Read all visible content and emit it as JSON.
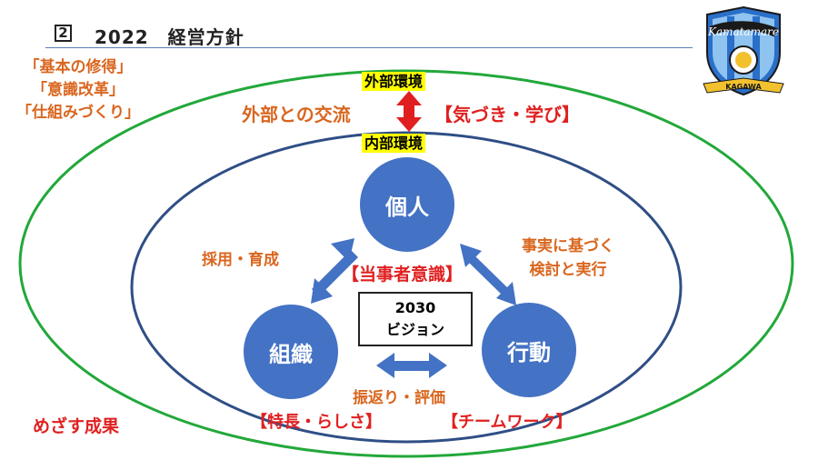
{
  "header": {
    "number": "2",
    "title": "2022　経営方針"
  },
  "pillars": [
    "「基本の修得」",
    "「意識改革」",
    "「仕組みづくり」"
  ],
  "outer": {
    "environment_label": "外部環境",
    "exchange_label": "外部との交流",
    "awareness_label": "【気づき・学び】",
    "outcome_label": "めざす成果"
  },
  "inner": {
    "environment_label": "内部環境",
    "ownership_label": "【当事者意識】",
    "vision_line1": "2030",
    "vision_line2": "ビジョン"
  },
  "nodes": {
    "individual": "個人",
    "organization": "組織",
    "action": "行動"
  },
  "links": {
    "hiring": "採用・育成",
    "facts_line1": "事実に基づく",
    "facts_line2": "検討と実行",
    "review": "振返り・評価"
  },
  "outcomes": {
    "character": "【特長・らしさ】",
    "teamwork": "【チームワーク】"
  },
  "logo": {
    "brand_text": "Kamatamare",
    "region_text": "KAGAWA"
  },
  "colors": {
    "circle_fill": "#4472c4",
    "outer_ellipse": "#22a83a",
    "inner_ellipse": "#2f4e86",
    "orange_text": "#d9661f",
    "red_text": "#e02020",
    "highlight": "#ffff00"
  }
}
